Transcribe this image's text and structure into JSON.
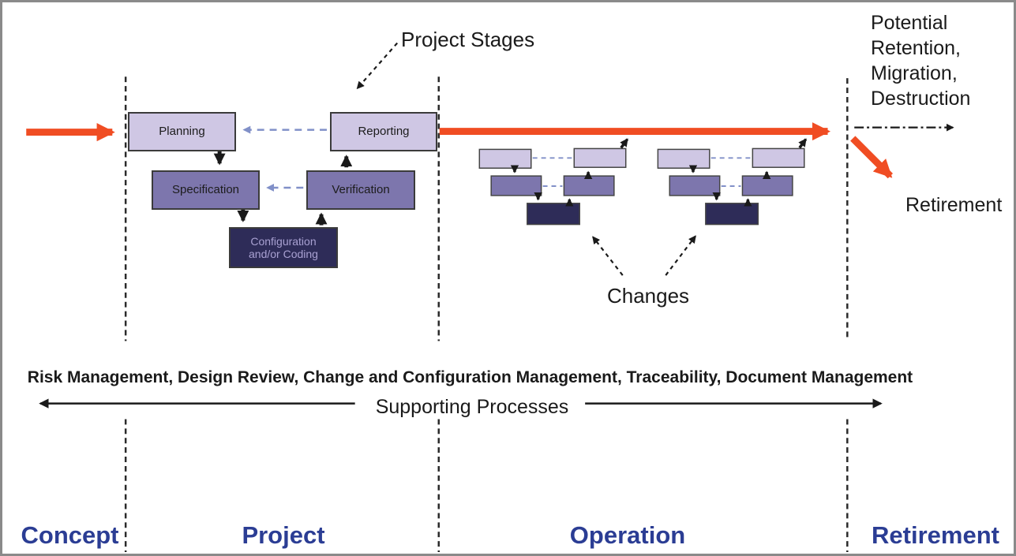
{
  "colors": {
    "timeline_orange": "#f04d23",
    "light_purple_box": "#cfc7e4",
    "medium_purple_box": "#7d76ad",
    "dark_navy_box": "#2e2c58",
    "stage_label_blue": "#2b3d94",
    "dashed_feedback_blue": "#8190c8"
  },
  "annotations": {
    "project_stages": "Project Stages",
    "changes": "Changes",
    "potential_lines": [
      "Potential",
      "Retention,",
      "Migration,",
      "Destruction"
    ],
    "retirement_label": "Retirement"
  },
  "vmodel": {
    "planning": "Planning",
    "reporting": "Reporting",
    "specification": "Specification",
    "verification": "Verification",
    "configuration_line1": "Configuration",
    "configuration_line2": "and/or Coding"
  },
  "supporting_processes": {
    "items_text": "Risk Management, Design Review, Change and Configuration Management, Traceability, Document Management",
    "axis_label": "Supporting Processes"
  },
  "stages": [
    {
      "label": "Concept"
    },
    {
      "label": "Project"
    },
    {
      "label": "Operation"
    },
    {
      "label": "Retirement"
    }
  ]
}
